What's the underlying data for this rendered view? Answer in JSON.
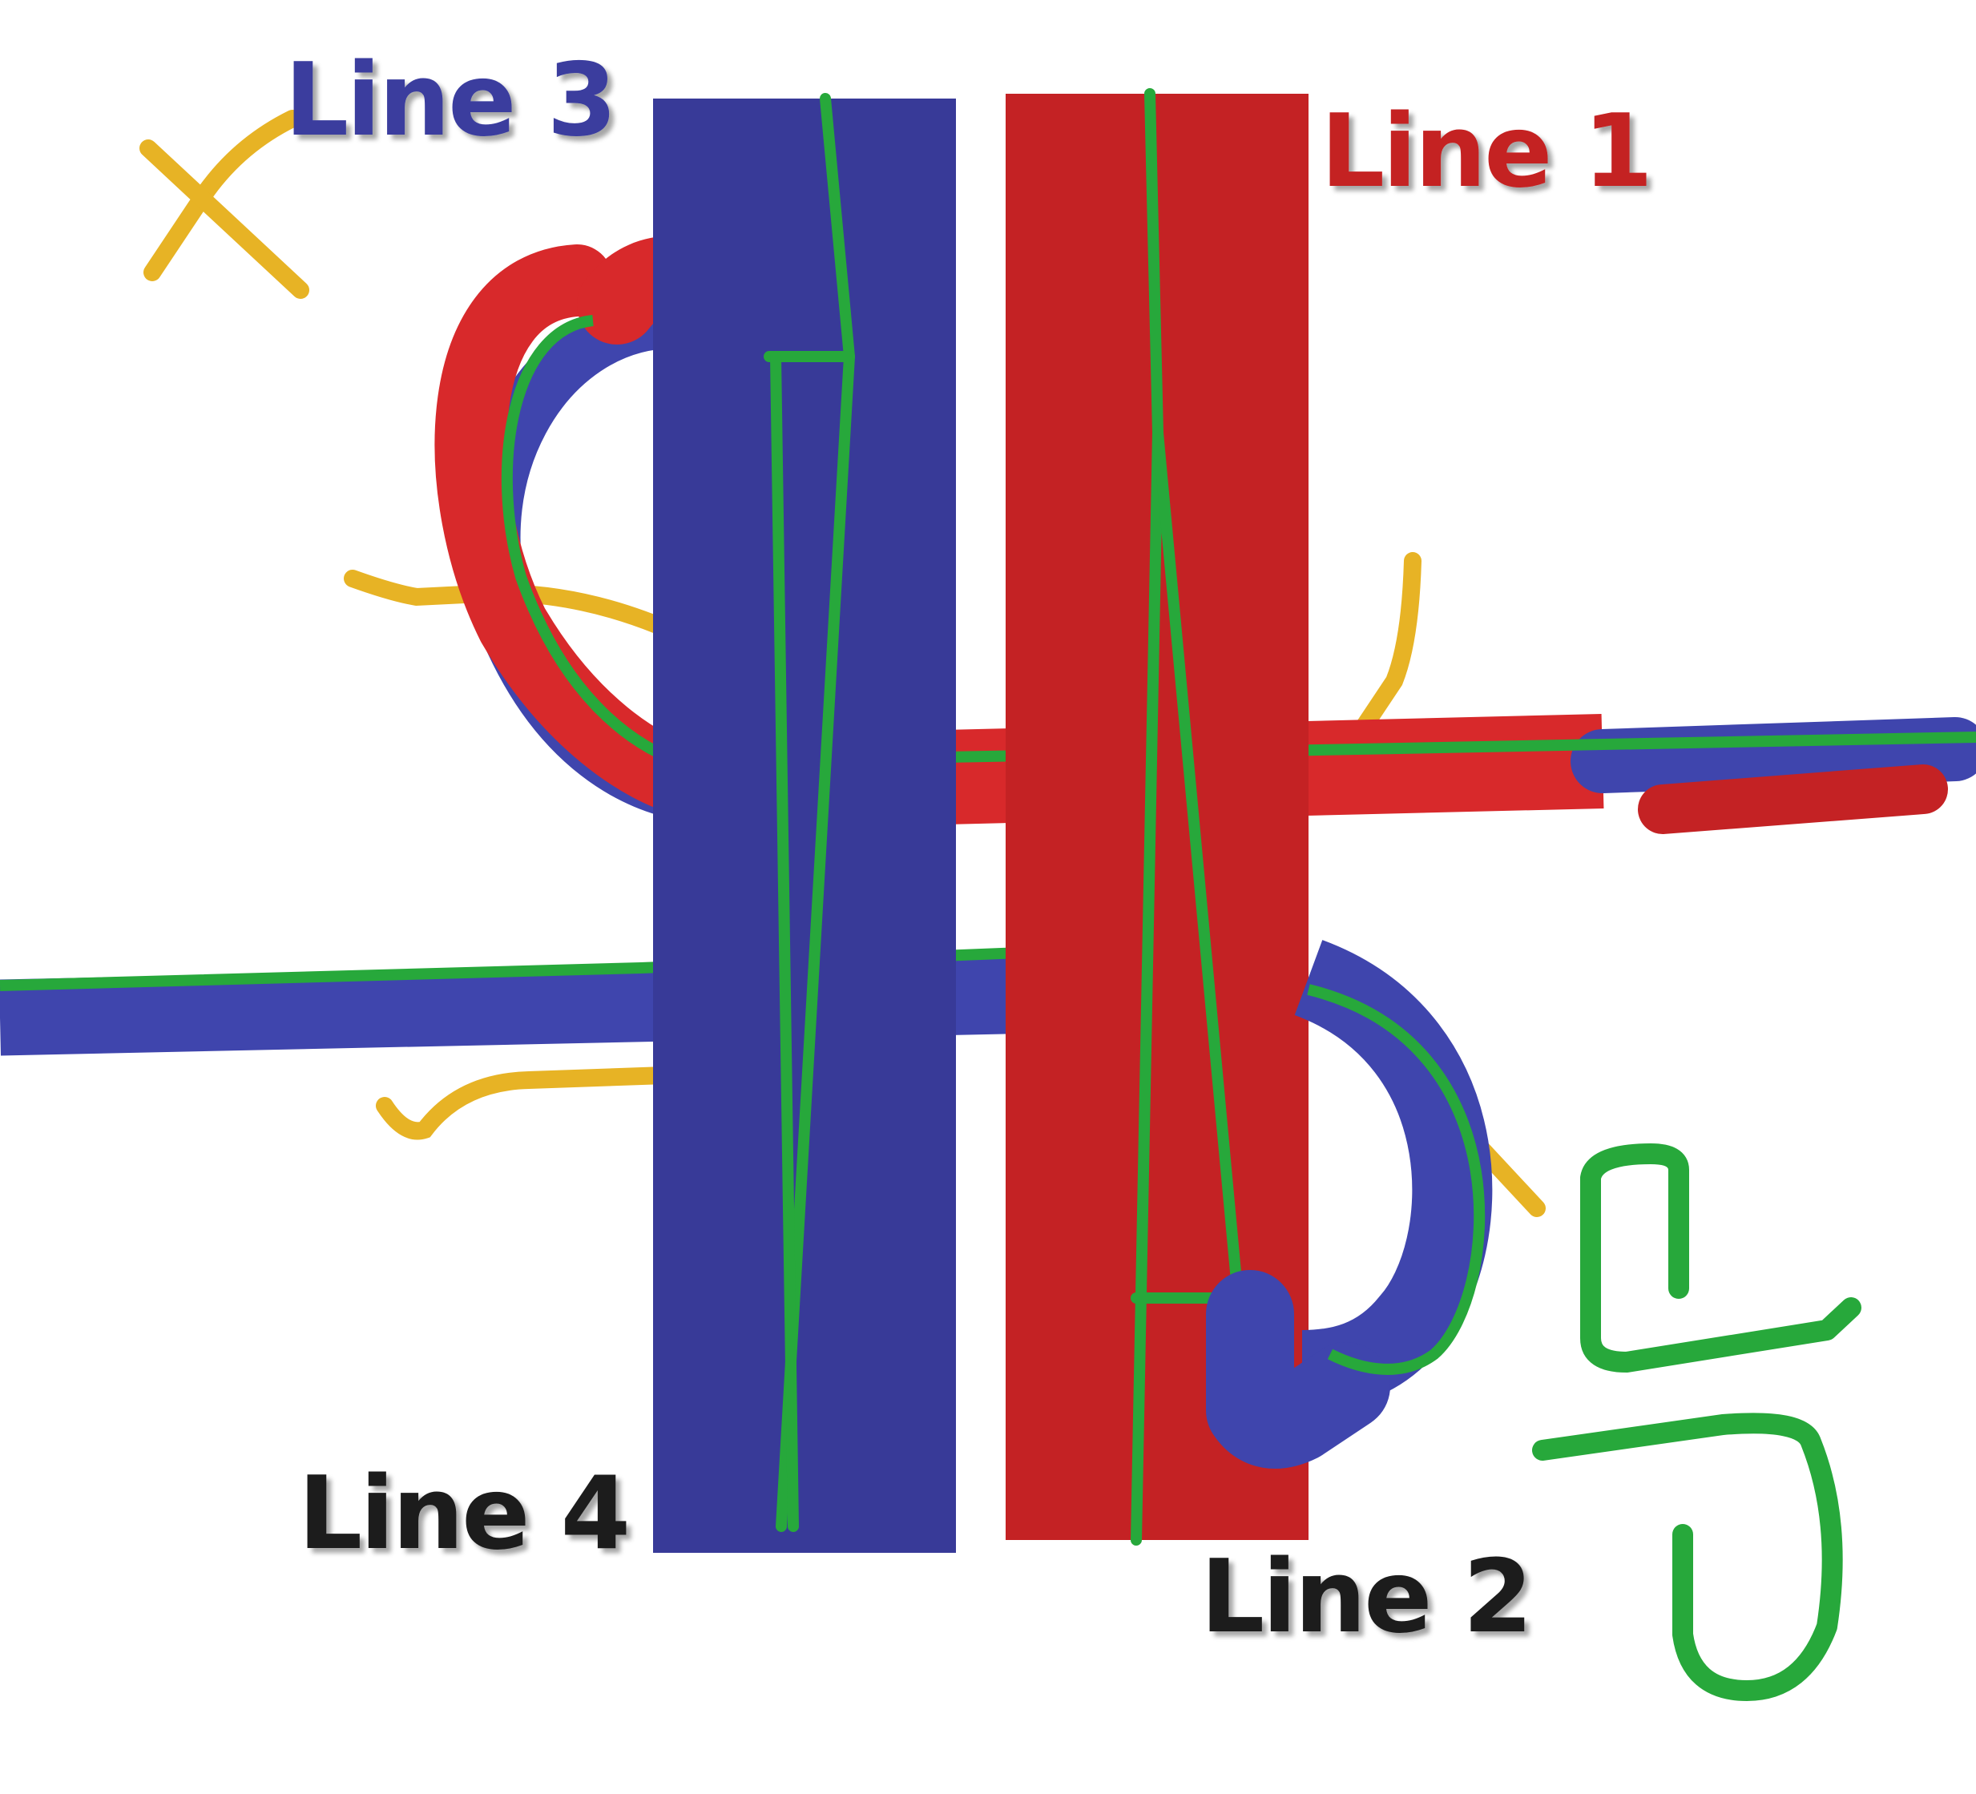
{
  "labels": {
    "line1": "Line 1",
    "line2": "Line 2",
    "line3": "Line 3",
    "line4": "Line 4"
  },
  "colors": {
    "background": "#ffffff",
    "blue": "#383a98",
    "blue_tube": "#3f45ad",
    "red": "#c42224",
    "red_tube": "#d8292b",
    "green": "#27a83b",
    "yellow": "#e7b325",
    "label_line1": "#c42224",
    "label_line2": "#1c1c1c",
    "label_line3": "#3a3d9e",
    "label_line4": "#1c1c1c"
  }
}
